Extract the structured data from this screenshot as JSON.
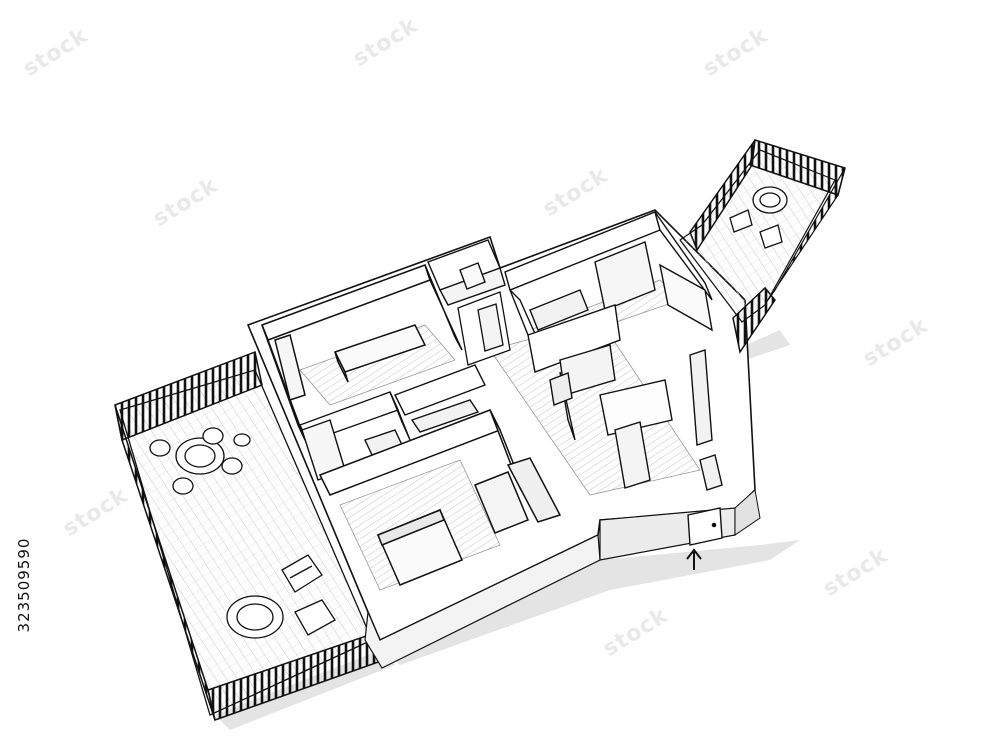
{
  "image": {
    "subject": "Axonometric pencil-sketch floor plan of an apartment with two terraces",
    "style": "black ink line drawing on white",
    "colors": {
      "ink": "#111111",
      "paper": "#ffffff",
      "shadow": "#d9d9d9",
      "watermark": "#e9e9e9"
    }
  },
  "side_id": "323509590",
  "watermark_text": "stock",
  "icons": {
    "entrance_arrow": "up-arrow-icon"
  }
}
